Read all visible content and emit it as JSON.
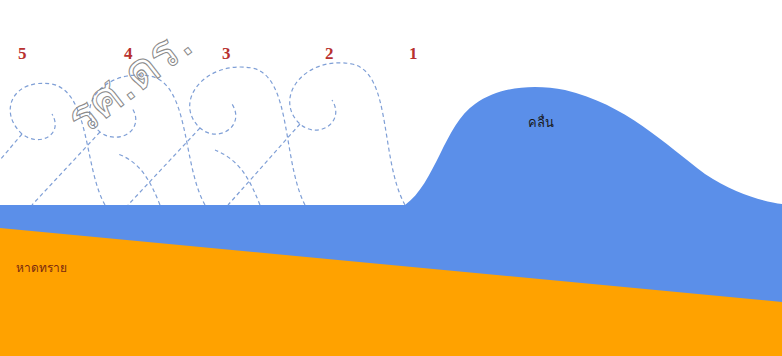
{
  "diagram": {
    "nodes": [
      {
        "text": [
          "คลื่น"
        ]
      },
      {
        "text": [
          "หาดทราย"
        ]
      }
    ],
    "labels": [
      "5",
      "4",
      "3",
      "2",
      "1",
      "รศ.ดร."
    ]
  }
}
